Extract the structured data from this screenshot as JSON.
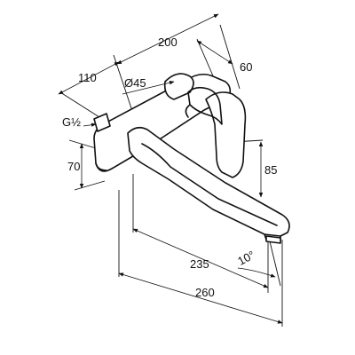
{
  "dimensions": {
    "width_200": "200",
    "depth_110": "110",
    "depth_60": "60",
    "diameter": "Ø45",
    "thread": "G½",
    "height_70": "70",
    "height_85": "85",
    "angle": "10°",
    "reach_235": "235",
    "reach_260": "260"
  }
}
